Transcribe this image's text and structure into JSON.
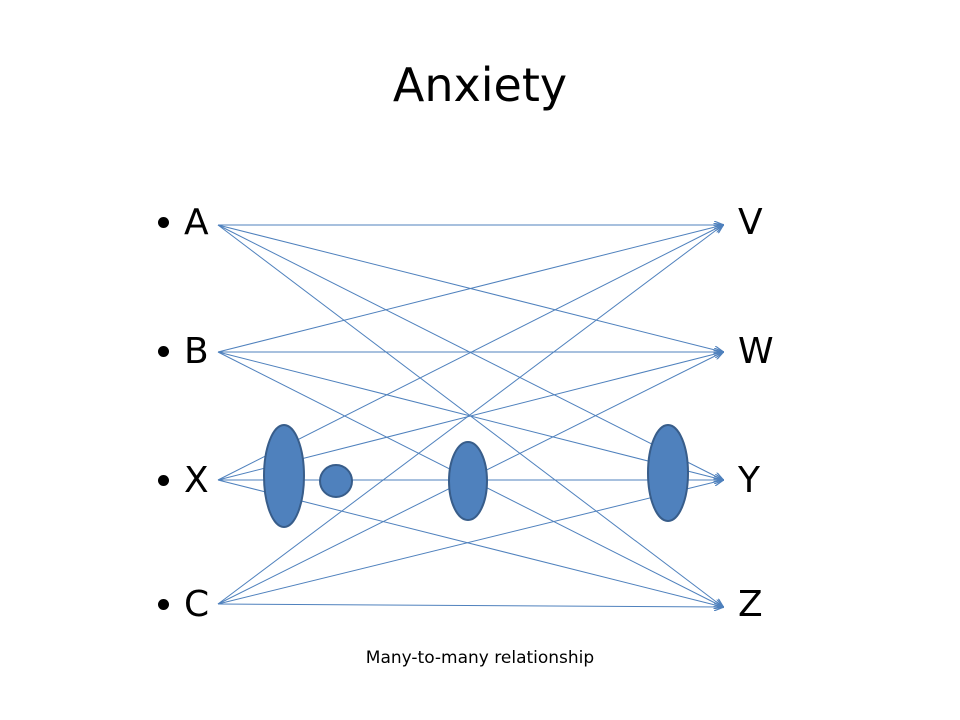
{
  "title": "Anxiety",
  "sources": [
    {
      "label": "A"
    },
    {
      "label": "B"
    },
    {
      "label": "X"
    },
    {
      "label": "C"
    }
  ],
  "targets": [
    {
      "label": "V"
    },
    {
      "label": "W"
    },
    {
      "label": "Y"
    },
    {
      "label": "Z"
    }
  ],
  "caption": "Many-to-many relationship",
  "colors": {
    "arrow": "#4F81BD",
    "ellipse_fill": "#4F81BD",
    "ellipse_stroke": "#385D8A"
  }
}
